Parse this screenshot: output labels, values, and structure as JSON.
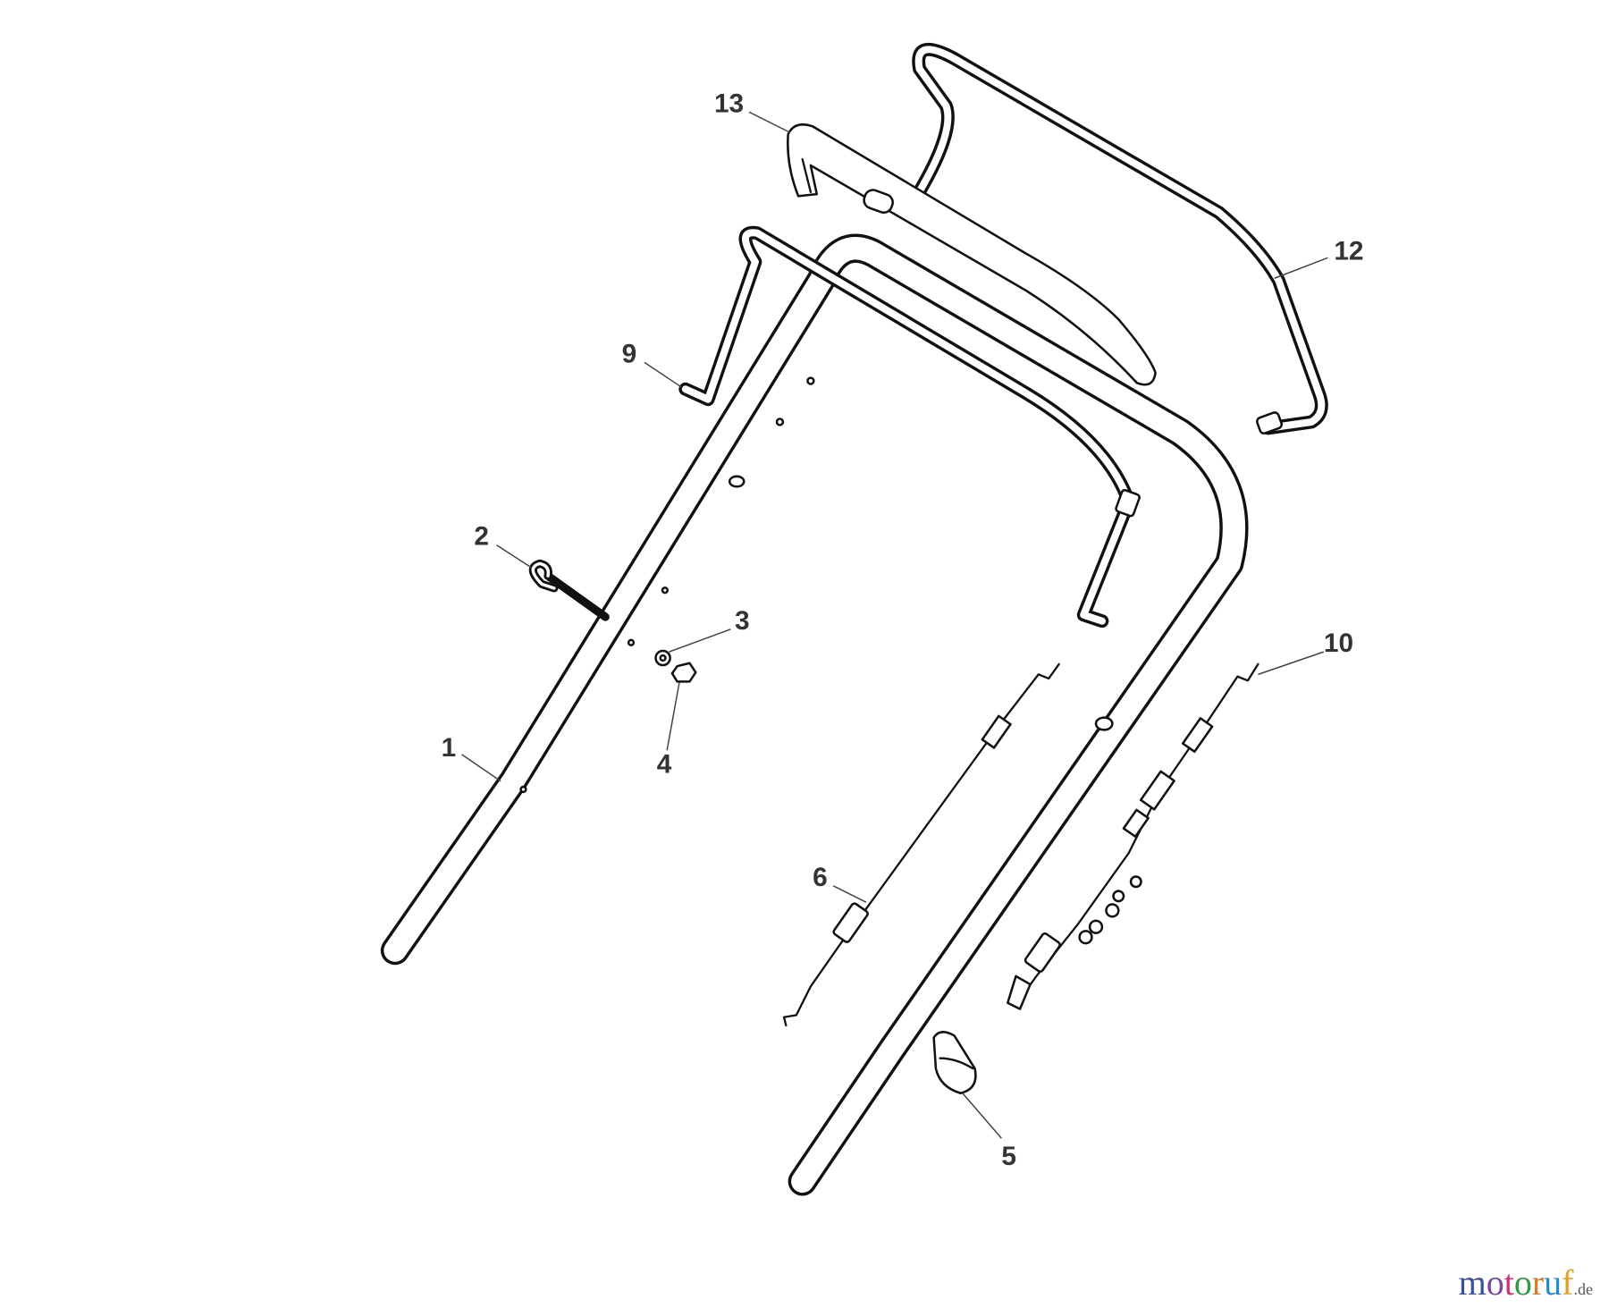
{
  "diagram": {
    "callouts": [
      {
        "id": "1",
        "part": "lower-handle"
      },
      {
        "id": "2",
        "part": "hook-bolt"
      },
      {
        "id": "3",
        "part": "washer"
      },
      {
        "id": "4",
        "part": "nut"
      },
      {
        "id": "5",
        "part": "cable-clip"
      },
      {
        "id": "6",
        "part": "drive-cable"
      },
      {
        "id": "9",
        "part": "drive-bail"
      },
      {
        "id": "10",
        "part": "brake-cable"
      },
      {
        "id": "12",
        "part": "brake-bail"
      },
      {
        "id": "13",
        "part": "handle-cover"
      }
    ]
  },
  "watermark": {
    "text": "motoruf",
    "suffix": ".de",
    "colors": [
      "#3b4fa0",
      "#7a4aa0",
      "#d0307a",
      "#2f9a48",
      "#e07a20",
      "#1f8fd0",
      "#e0a020"
    ]
  }
}
